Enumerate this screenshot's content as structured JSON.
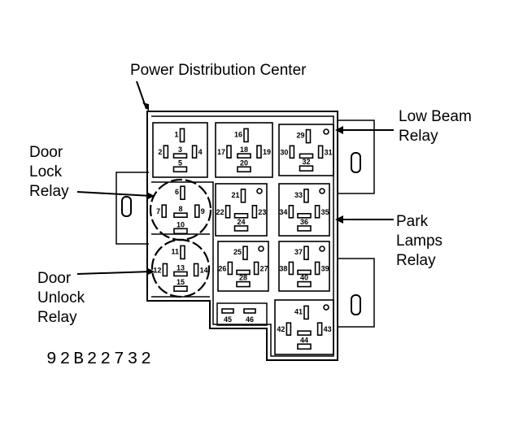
{
  "labels": {
    "pdc": "Power Distribution Center",
    "low_beam": [
      "Low Beam",
      "Relay"
    ],
    "door_lock": [
      "Door",
      "Lock",
      "Relay"
    ],
    "park_lamps": [
      "Park",
      "Lamps",
      "Relay"
    ],
    "door_unlock": [
      "Door",
      "Unlock",
      "Relay"
    ],
    "figure_code": "92B22732"
  },
  "relays": [
    {
      "id": "relay-1",
      "pins": [
        "1",
        "2",
        "3",
        "4",
        "5"
      ],
      "shape": "square"
    },
    {
      "id": "relay-2",
      "pins": [
        "16",
        "17",
        "18",
        "19",
        "20"
      ],
      "shape": "square"
    },
    {
      "id": "low-beam-relay",
      "pins": [
        "29",
        "30",
        "",
        "31",
        "32"
      ],
      "shape": "square",
      "dot": true
    },
    {
      "id": "door-lock-relay",
      "pins": [
        "6",
        "7",
        "8",
        "9",
        "10"
      ],
      "shape": "circle"
    },
    {
      "id": "relay-21",
      "pins": [
        "21",
        "22",
        "",
        "23",
        "24"
      ],
      "shape": "square",
      "dot": true
    },
    {
      "id": "park-lamps-relay",
      "pins": [
        "33",
        "34",
        "",
        "35",
        "36"
      ],
      "shape": "square",
      "dot": true
    },
    {
      "id": "door-unlock-relay",
      "pins": [
        "11",
        "12",
        "13",
        "14",
        "15"
      ],
      "shape": "circle"
    },
    {
      "id": "relay-25",
      "pins": [
        "25",
        "26",
        "",
        "27",
        "28"
      ],
      "shape": "square",
      "dot": true
    },
    {
      "id": "relay-37",
      "pins": [
        "37",
        "38",
        "",
        "39",
        "40"
      ],
      "shape": "square",
      "dot": true
    },
    {
      "id": "relay-41",
      "pins": [
        "41",
        "42",
        "",
        "43",
        "44"
      ],
      "shape": "square",
      "dot": true
    }
  ],
  "fuses": [
    "45",
    "46"
  ]
}
